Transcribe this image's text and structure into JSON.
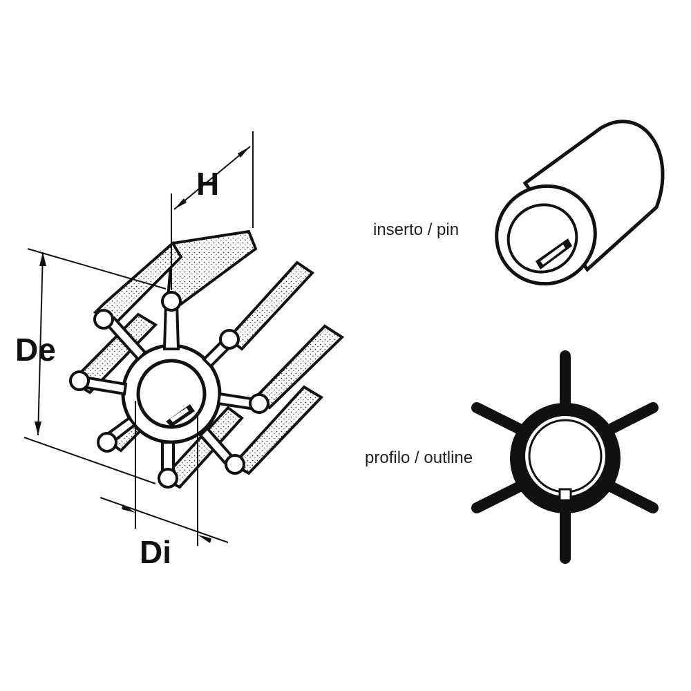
{
  "impeller": {
    "labels": {
      "height": "H",
      "outer_diameter": "De",
      "inner_diameter": "Di"
    }
  },
  "insert": {
    "caption": "inserto / pin"
  },
  "outline": {
    "caption": "profilo / outline"
  },
  "colors": {
    "ink": "#111111",
    "paper": "#ffffff",
    "stipple": "#d4d4d4"
  }
}
